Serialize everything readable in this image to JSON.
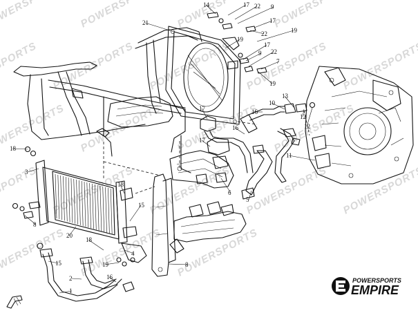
{
  "watermark": {
    "text": "POWERSPORTS"
  },
  "brand": {
    "line1": "POWERSPORTS",
    "line2": "EMPIRE"
  },
  "callouts": [
    {
      "text": "14"
    },
    {
      "text": "17"
    },
    {
      "text": "22"
    },
    {
      "text": "9"
    },
    {
      "text": "17"
    },
    {
      "text": "22"
    },
    {
      "text": "21"
    },
    {
      "text": "19"
    },
    {
      "text": "19"
    },
    {
      "text": "9"
    },
    {
      "text": "22"
    },
    {
      "text": "17"
    },
    {
      "text": "19"
    },
    {
      "text": "7"
    },
    {
      "text": "10"
    },
    {
      "text": "13"
    },
    {
      "text": "16"
    },
    {
      "text": "12"
    },
    {
      "text": "12"
    },
    {
      "text": "17"
    },
    {
      "text": "16"
    },
    {
      "text": "17"
    },
    {
      "text": "11"
    },
    {
      "text": "18"
    },
    {
      "text": "3"
    },
    {
      "text": "8"
    },
    {
      "text": "6"
    },
    {
      "text": "5"
    },
    {
      "text": "20"
    },
    {
      "text": "8"
    },
    {
      "text": "18"
    },
    {
      "text": "15"
    },
    {
      "text": "2"
    },
    {
      "text": "18"
    },
    {
      "text": "19"
    },
    {
      "text": "4"
    },
    {
      "text": "1"
    },
    {
      "text": "15"
    },
    {
      "text": "16"
    }
  ]
}
